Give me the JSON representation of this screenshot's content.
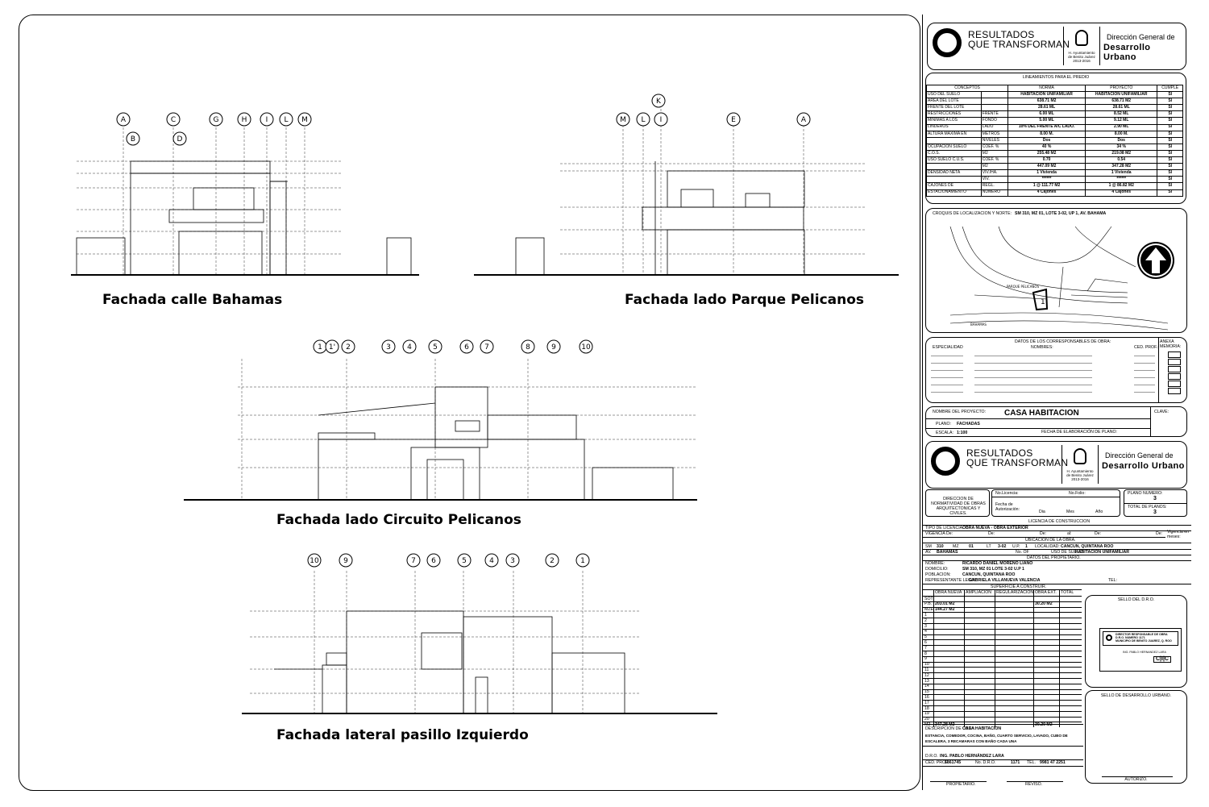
{
  "drawings": {
    "f1": {
      "title": "Fachada calle Bahamas",
      "axes_top": [
        "A",
        "C",
        "G",
        "H",
        "I",
        "L",
        "M"
      ],
      "axes_bottom": [
        "B",
        "D"
      ]
    },
    "f2": {
      "title": "Fachada lado Parque Pelicanos",
      "axes_top": [
        "M",
        "L",
        "I",
        "E",
        "A"
      ],
      "axes_extra": [
        "K"
      ]
    },
    "f3": {
      "title": "Fachada lado Circuito Pelicanos",
      "axes": [
        "1",
        "1'",
        "2",
        "3",
        "4",
        "5",
        "6",
        "7",
        "8",
        "9",
        "10"
      ]
    },
    "f4": {
      "title": "Fachada lateral pasillo Izquierdo",
      "axes": [
        "10",
        "9",
        "7",
        "6",
        "5",
        "4",
        "3",
        "2",
        "1"
      ]
    }
  },
  "logo": {
    "line1": "RESULTADOS",
    "line2": "QUE TRANSFORMAN",
    "small": "H. Ayuntamiento de Benito Juárez 2013-2016",
    "dg1": "Dirección General de",
    "dg2": "Desarrollo Urbano"
  },
  "lineamientos": {
    "title": "LINEAMIENTOS PARA EL PREDIO",
    "headers": [
      "CONCEPTOS",
      "NORMA",
      "PROYECTO",
      "CUMPLE"
    ],
    "rows": [
      [
        "USO DEL SUELO",
        "",
        "HABITACION UNIFAMILIAR",
        "HABITACION UNIFAMILIAR",
        "SI"
      ],
      [
        "AREA DEL LOTE",
        "",
        "638.71 M2",
        "638.71 M2",
        "SI"
      ],
      [
        "FRENTE DEL LOTE",
        "",
        "28.61 ML",
        "28.61 ML",
        "SI"
      ],
      [
        "RESTRICCIONES",
        "FRENTE",
        "6.00 ML",
        "8.52 ML",
        "SI"
      ],
      [
        "MINIMAS A LOS",
        "FONDO",
        "5.00 ML",
        "9.12 ML",
        "SI"
      ],
      [
        "LINDEROS",
        "LADO",
        "10% DEL FRENTE A/C LADO.",
        "2.90 ML",
        "SI"
      ],
      [
        "ALTURA MAXIMA EN",
        "METROS",
        "8.00 M.",
        "8.00 M.",
        "SI"
      ],
      [
        "",
        "NIVELES",
        "Dos",
        "Dos",
        "SI"
      ],
      [
        "OCUPACION SUELO",
        "COEF. %",
        "40 %",
        "34 %",
        "SI"
      ],
      [
        "C.O.S.",
        "M2",
        "255.48 M2",
        "219.08 M2",
        "SI"
      ],
      [
        "USO SUELO C.U.S.",
        "COEF. %",
        "0.70",
        "0.54",
        "SI"
      ],
      [
        "",
        "M2",
        "447.09 M2",
        "347.28 M2",
        "SI"
      ],
      [
        "DENSIDAD NETA",
        "VIV./HA.",
        "1 Vivienda",
        "1 Vivienda",
        "SI"
      ],
      [
        "",
        "VIV.",
        "******",
        "******",
        "SI"
      ],
      [
        "CAJONES DE",
        "REGL.",
        "1 @ 111.77 M2",
        "1 @ 86.82 M2",
        "SI"
      ],
      [
        "ESTACIONAMIENTO",
        "NUMERO",
        "4 Cajones",
        "4 Cajones",
        "SI"
      ]
    ]
  },
  "croquis": {
    "title": "CROQUIS DE LOCALIZACION Y NORTE:",
    "location": "SM 310, MZ 01, LOTE 3-02, UP 1, AV. BAHAMA",
    "street1": "PARQUE PELICANOS",
    "street2": "BAHAMAS",
    "lot": "1"
  },
  "responsables": {
    "title": "DATOS DE LOS CORRESPONSABLES DE OBRA:",
    "col1": "ESPECIALIDAD",
    "col2": "NOMBRES:",
    "col3": "CED. PROF.:",
    "col4": "ANEXA MEMORIA:"
  },
  "proyecto": {
    "label_name": "NOMBRE DEL PROYECTO:",
    "name": "CASA HABITACION",
    "label_clave": "CLAVE:",
    "label_plano": "PLANO:",
    "plano": "FACHADAS",
    "label_escala": "ESCALA:",
    "escala": "1:100",
    "label_fecha": "FECHA DE ELABORACIÓN DE PLANO:"
  },
  "licencia": {
    "dir": "DIRECCION DE NORMATIVIDAD DE OBRAS ARQUITECTONICAS Y CIVILES.",
    "no_licencia": "No.Licencia:",
    "no_folio": "No.Folio:",
    "fecha_aut": "Fecha de Autorización:",
    "dia": "Dia",
    "mes": "Mes",
    "ano": "Año",
    "plano_numero_label": "PLANO NUMERO:",
    "plano_numero": "3",
    "total_label": "TOTAL DE PLANOS:",
    "total": "3",
    "lic_constr": "LICENCIA DE CONSTRUCCION",
    "tipo_label": "TIPO DE LICENCIA:",
    "tipo": "OBRA NUEVA - OBRA EXTERIOR",
    "vigencia": "VIGENCIA",
    "de": "De:",
    "al": "al:",
    "vig_meses": "Vigencia en meses:",
    "ubicacion": "UBICACION DE LA OBRA.",
    "sm_l": "SM",
    "sm": "310",
    "mz_l": "MZ",
    "mz": "01",
    "lt_l": "LT",
    "lt": "3-02",
    "up_l": "U.P.",
    "up": "1",
    "loc_l": "LOCALIDAD:",
    "loc": "CANCUN, QUINTANA ROO",
    "av_l": "AV.",
    "av": "BAHAMAS",
    "no_of": "No. OF",
    "uso_l": "USO DE SUELO:",
    "uso": "HABITACION UNIFAMILIAR",
    "propietario_title": "DATOS DEL PROPIETARIO.",
    "nombre_l": "NOMBRE:",
    "nombre": "RICARDO DANIEL MORENO LIAÑO",
    "dom_l": "DOMICILIO:",
    "dom": "SM 310, MZ 01 LOTE 3-02 U.P 1",
    "pob_l": "POBLACION:",
    "pob": "CANCUN, QUINTANA ROO",
    "rep_l": "REPRESENTANTE LEGAL:",
    "rep": "GABRIELA VILLANUEVA VALENCIA",
    "tel_l": "TEL:"
  },
  "superficie": {
    "title": "SUPERFICIE A CONSTRUIR.",
    "headers": [
      "OBRA NUEVA",
      "AMPLIACION",
      "REGULARIZACION",
      "OBRA EXT.",
      "TOTAL"
    ],
    "levels": [
      "SOT",
      "P.B.",
      "MZE",
      "1",
      "2",
      "3",
      "4",
      "5",
      "6",
      "7",
      "8",
      "9",
      "10",
      "11",
      "12",
      "13",
      "14",
      "15",
      "16",
      "17",
      "18",
      "19",
      "20",
      "M2"
    ],
    "pb": "203.01 M2",
    "pb_ext": "30.20 M2",
    "mze": "144.27 M2",
    "total": "347.28 M2",
    "total_ext": "30.20 M2"
  },
  "sellos": {
    "dro": "SELLO DEL D.R.O.",
    "stamp1": "DIRECTOR RESPONSABLE DE OBRA",
    "stamp2": "D.R.O. NUMERO 1171",
    "stamp3": "MUNICIPIO DE BENITO JUAREZ, Q. ROO",
    "stamp_name": "ING. PABLO HERNANDEZ LARA",
    "stamp_cic": "C|I|C",
    "du": "SELLO DE DESARROLLO URBANO.",
    "autorizo": "AUTORIZO."
  },
  "descripcion": {
    "label": "DESCRIPCION DE OBRA:",
    "value": "CASA HABITACION",
    "text1": "ESTANCIA, COMEDOR, COCINA, BAÑO, CUARTO SERVICIO, LAVADO, CUBO DE",
    "text2": "ESCALERA, 3 RECAMARAS CON BAÑO CADA UNA"
  },
  "dro": {
    "label": "D.R.O.",
    "name": "ING. PABLO HERNÁNDEZ LARA",
    "ced_l": "CED. PROF.",
    "ced": "1861745",
    "no_l": "No. D.R.O.",
    "no": "1171",
    "tel_l": "TEL.",
    "tel": "9981 47 2251",
    "propietario": "PROPIETARIO.",
    "reviso": "REVISO."
  }
}
